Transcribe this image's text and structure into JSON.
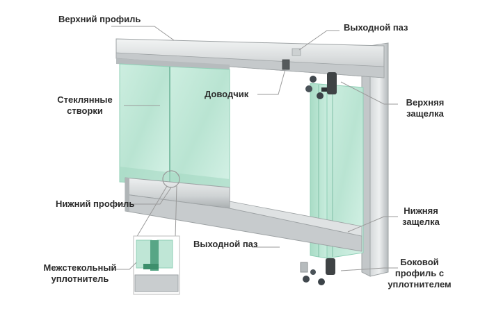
{
  "labels": {
    "top_profile": "Верхний профиль",
    "exit_groove_top": "Выходной паз",
    "closer": "Доводчик",
    "glass_panels_1": "Стеклянные",
    "glass_panels_2": "створки",
    "top_latch_1": "Верхняя",
    "top_latch_2": "защелка",
    "bottom_profile": "Нижний профиль",
    "bottom_latch_1": "Нижняя",
    "bottom_latch_2": "защелка",
    "exit_groove_bottom": "Выходной паз",
    "seal_1": "Межстекольный",
    "seal_2": "уплотнитель",
    "side_profile_1": "Боковой",
    "side_profile_2": "профиль с",
    "side_profile_3": "уплотнителем"
  },
  "colors": {
    "profile_light": "#e6e9ea",
    "profile_mid": "#c9cdcf",
    "profile_dark": "#a7acae",
    "glass": "#bfe6d6",
    "glass_edge": "#8fcfb6",
    "leader_line": "#9a9a9a",
    "text": "#2b2b2b"
  }
}
